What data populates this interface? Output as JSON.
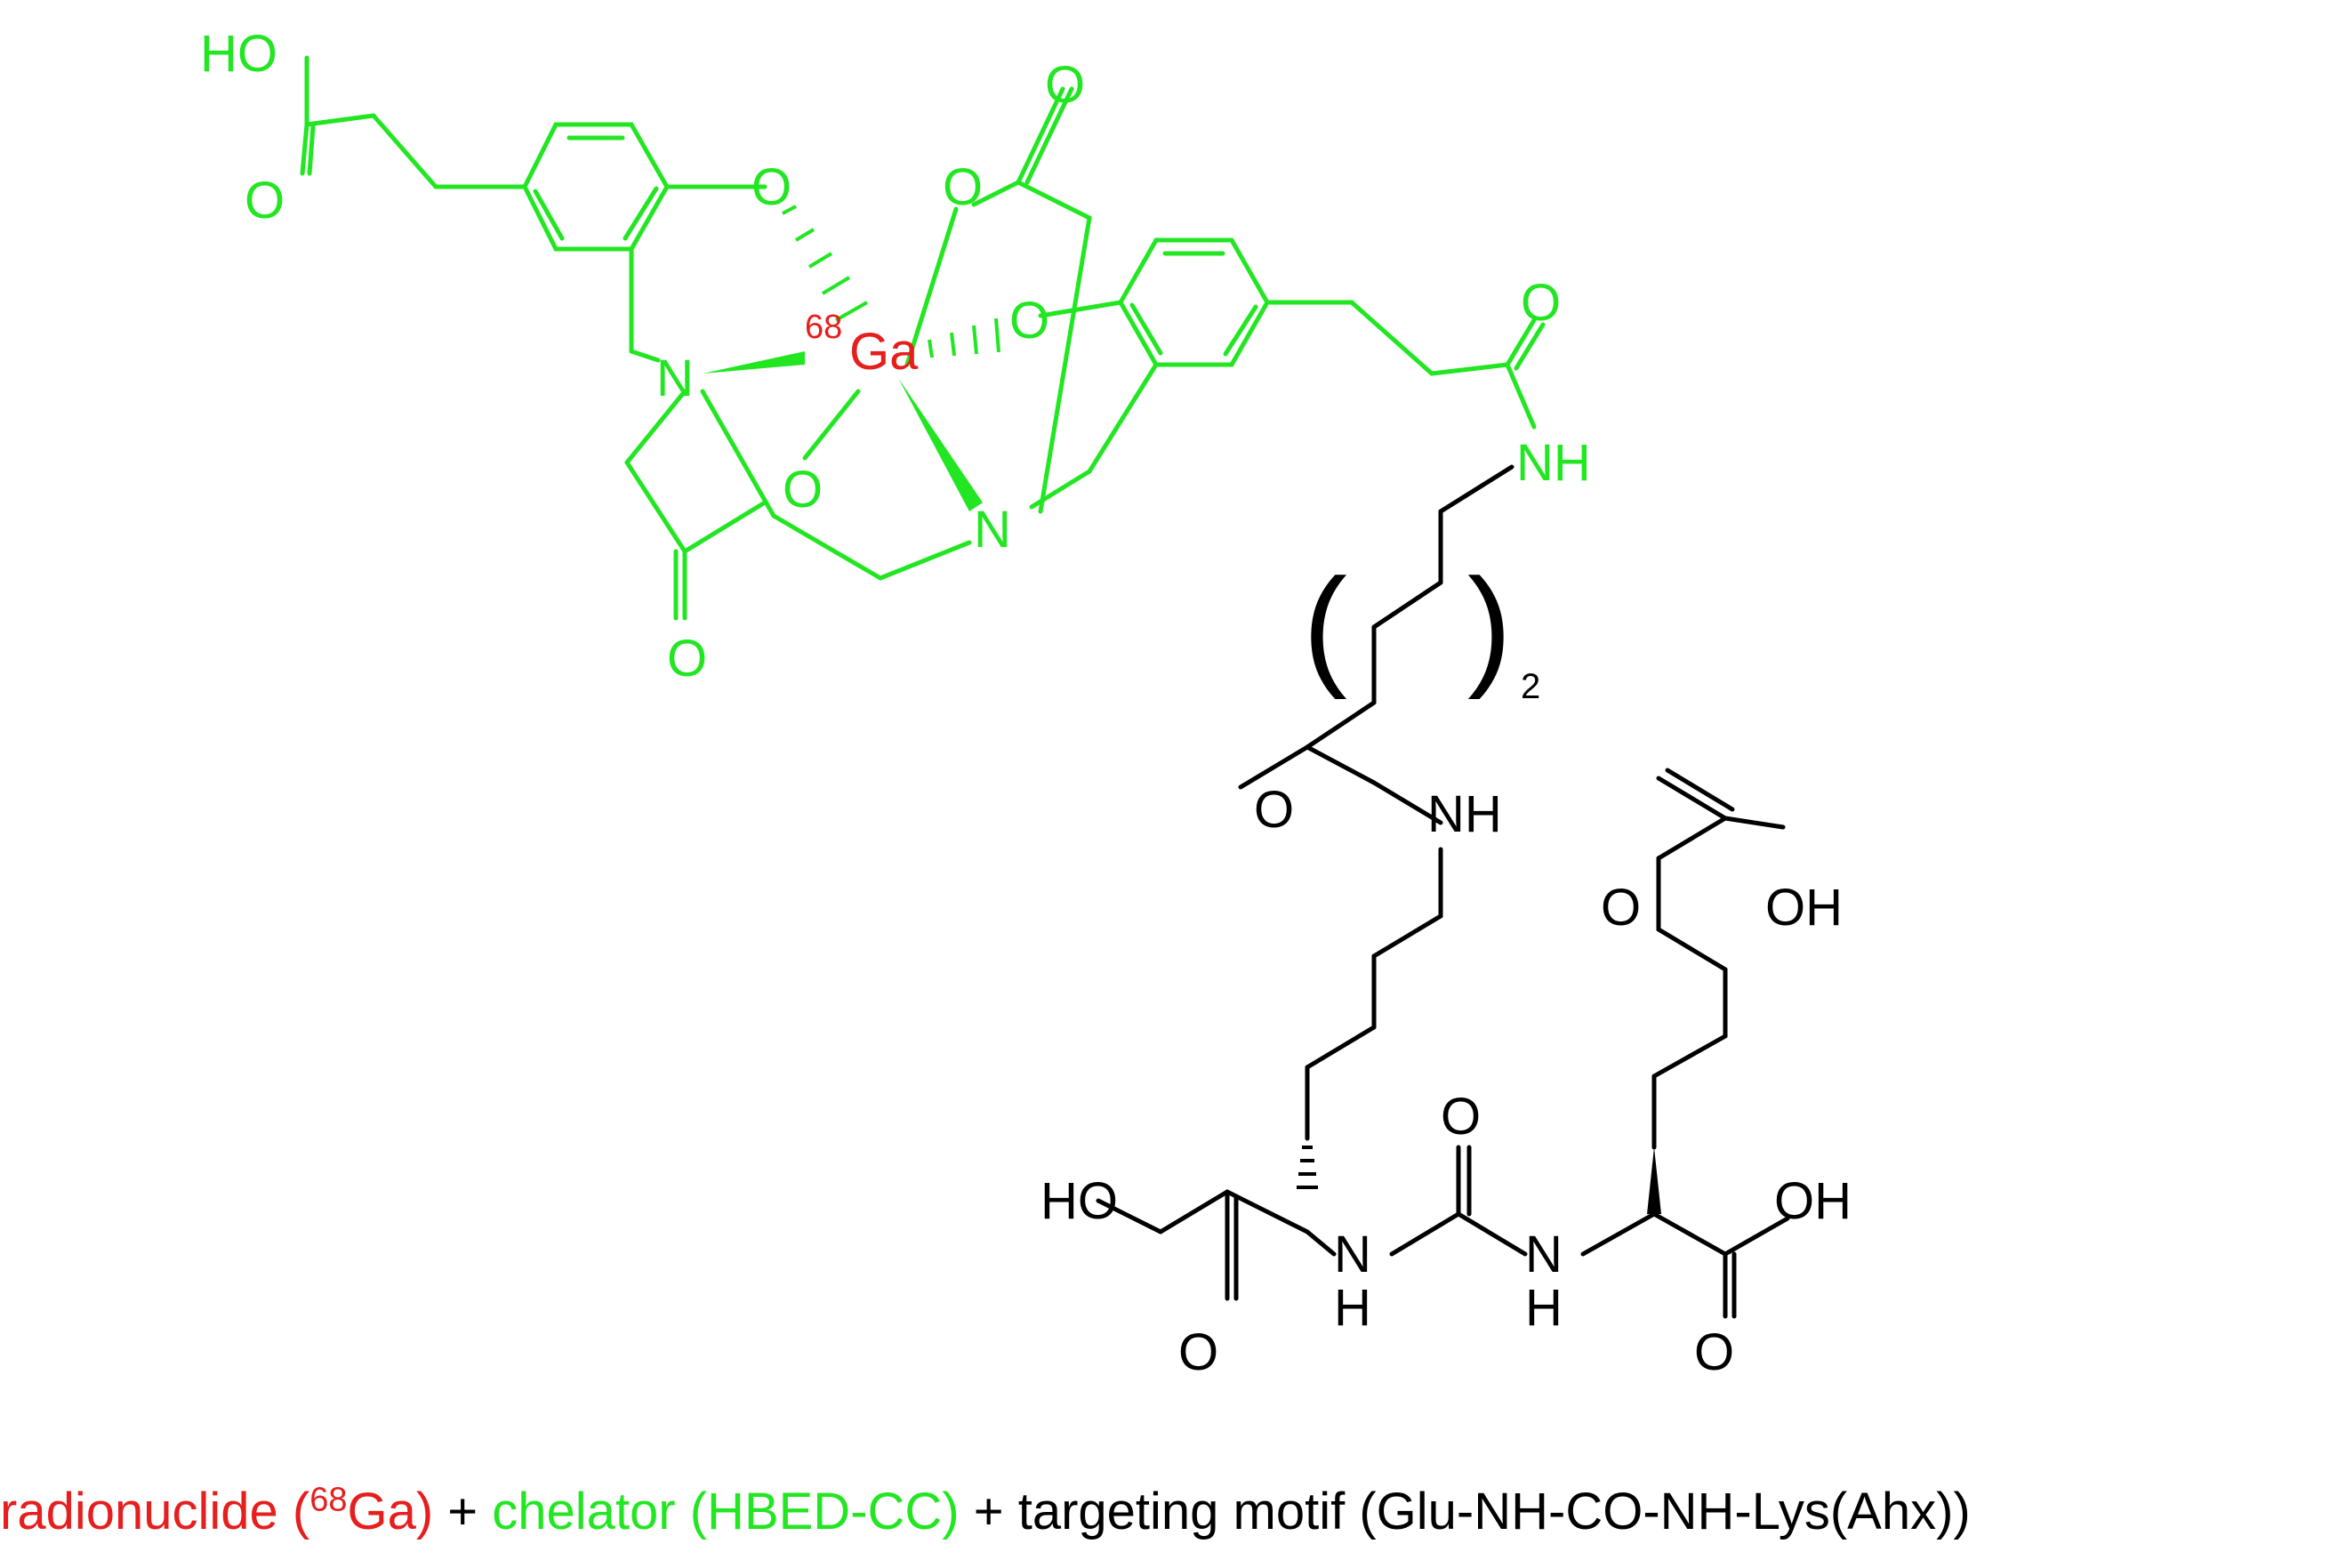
{
  "colors": {
    "chelator": "#22e622",
    "radionuclide": "#e61e1e",
    "motif": "#000000"
  },
  "labels": {
    "ho": "HO",
    "oh": "OH",
    "o": "O",
    "n": "N",
    "nh": "NH",
    "h": "H",
    "ga": "Ga",
    "mass": "68",
    "repeat": "2"
  },
  "caption": {
    "radionuclide_pre": "radionuclide (",
    "radionuclide_mass": "68",
    "radionuclide_post": "Ga)",
    "plus1": " + ",
    "chelator": "chelator (HBED-CC)",
    "plus2": " + ",
    "motif": "targeting motif (Glu-NH-CO-NH-Lys(Ahx))"
  }
}
